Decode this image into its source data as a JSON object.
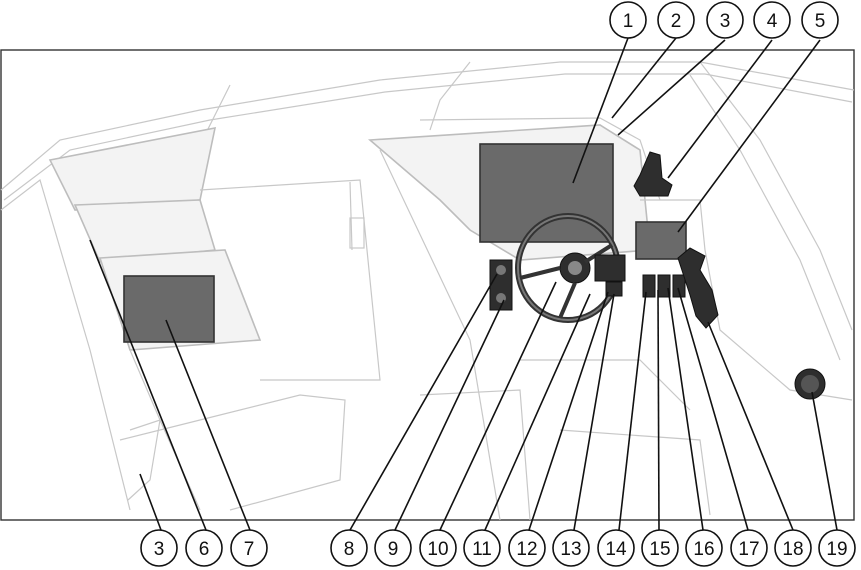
{
  "callouts": [
    {
      "label": "1"
    },
    {
      "label": "2"
    },
    {
      "label": "3"
    },
    {
      "label": "4"
    },
    {
      "label": "5"
    },
    {
      "label": "3"
    },
    {
      "label": "6"
    },
    {
      "label": "7"
    },
    {
      "label": "8"
    },
    {
      "label": "9"
    },
    {
      "label": "10"
    },
    {
      "label": "11"
    },
    {
      "label": "12"
    },
    {
      "label": "13"
    },
    {
      "label": "14"
    },
    {
      "label": "15"
    },
    {
      "label": "16"
    },
    {
      "label": "17"
    },
    {
      "label": "18"
    },
    {
      "label": "19"
    }
  ]
}
